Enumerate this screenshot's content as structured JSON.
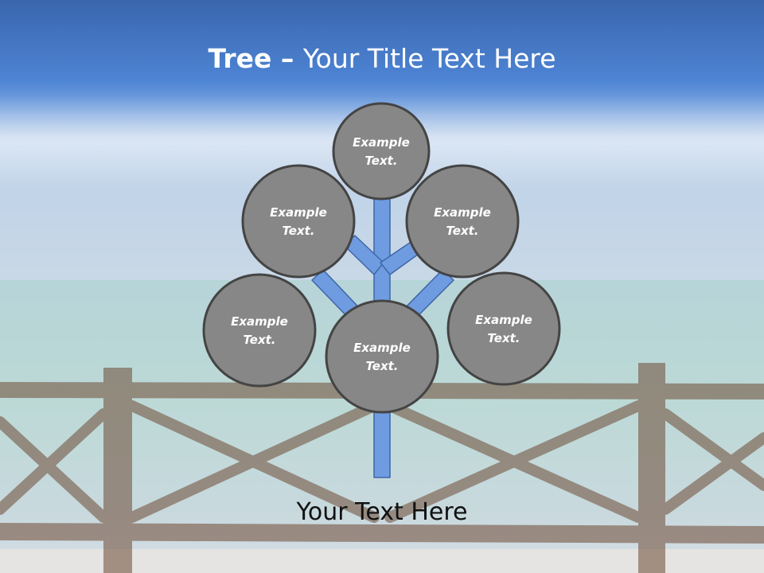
{
  "slide": {
    "title_bold": "Tree",
    "title_separator": " – ",
    "title_rest": "Your Title Text Here",
    "caption": "Your Text Here"
  },
  "colors": {
    "sky_top": "#3a6fbf",
    "sky_band": "#4f86d6",
    "branch": "#6f9be0",
    "branch_outline": "#3f66a8",
    "node_fill": "#878787",
    "node_outline": "#444444",
    "fence": "#6e4a35"
  },
  "nodes": [
    {
      "name": "top",
      "line1": "Example",
      "line2": "Text."
    },
    {
      "name": "upper-left",
      "line1": "Example",
      "line2": "Text."
    },
    {
      "name": "upper-right",
      "line1": "Example",
      "line2": "Text."
    },
    {
      "name": "lower-left",
      "line1": "Example",
      "line2": "Text."
    },
    {
      "name": "center",
      "line1": "Example",
      "line2": "Text."
    },
    {
      "name": "lower-right",
      "line1": "Example",
      "line2": "Text."
    }
  ]
}
